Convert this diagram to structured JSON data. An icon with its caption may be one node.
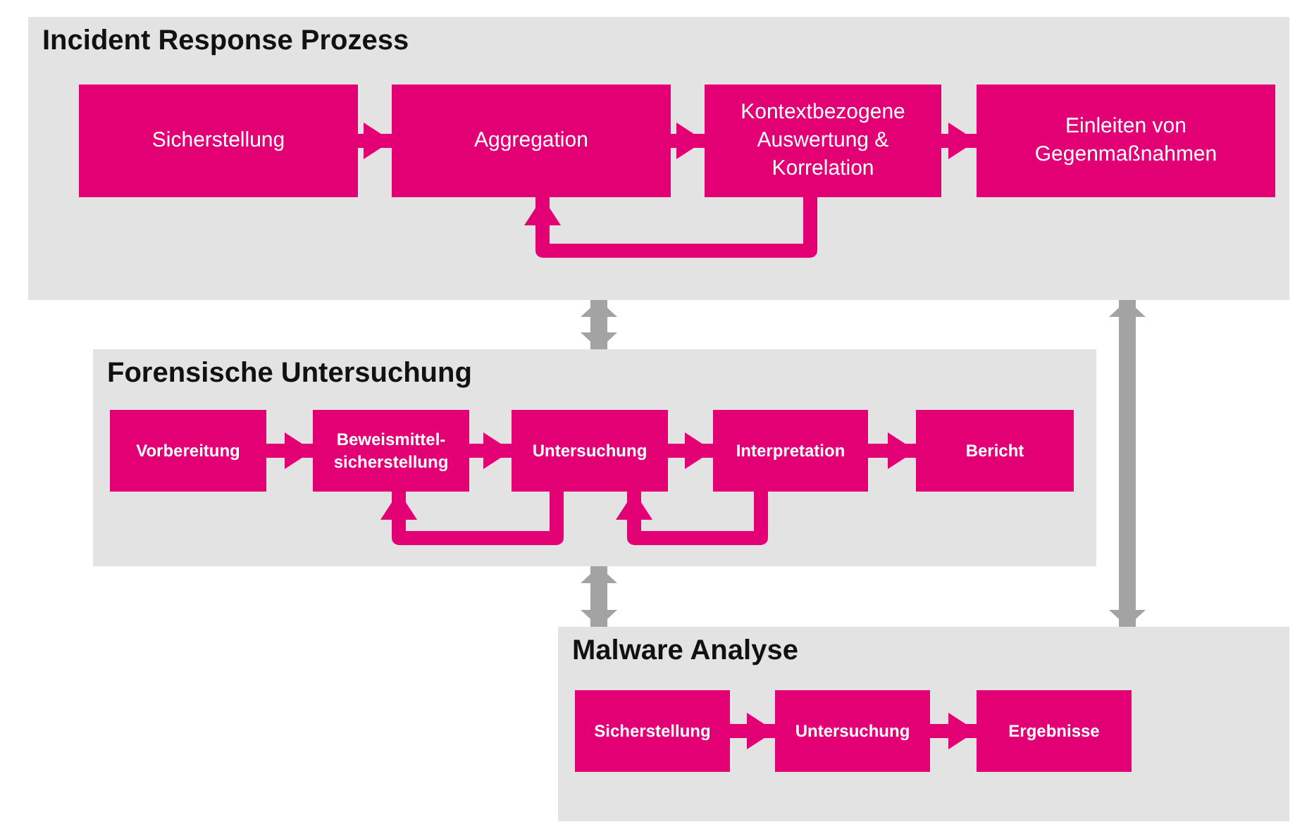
{
  "diagram": {
    "nodes": [
      {
        "text": [
          "Incident Response Prozess"
        ]
      },
      {
        "text": [
          "Sicherstellung"
        ],
        "in": 0
      },
      {
        "text": [
          "Aggregation"
        ],
        "in": 0
      },
      {
        "text": [
          "Kontextbezogene Auswertung & Korrelation"
        ],
        "in": 0
      },
      {
        "text": [
          "Einleiten von Gegenmaßnahmen"
        ],
        "in": 0
      },
      {
        "text": [
          "Forensische Untersuchung"
        ]
      },
      {
        "text": [
          "Vorbereitung"
        ],
        "in": 5
      },
      {
        "text": [
          "Beweismittel- sicherstellung"
        ],
        "in": 5
      },
      {
        "text": [
          "Untersuchung"
        ],
        "in": 5
      },
      {
        "text": [
          "Interpretation"
        ],
        "in": 5
      },
      {
        "text": [
          "Bericht"
        ],
        "in": 5
      },
      {
        "text": [
          "Malware Analyse"
        ]
      },
      {
        "text": [
          "Sicherstellung"
        ],
        "in": 11
      },
      {
        "text": [
          "Untersuchung"
        ],
        "in": 11
      },
      {
        "text": [
          "Ergebnisse"
        ],
        "in": 11
      }
    ],
    "edges": [
      {
        "from": 1,
        "to": 2,
        "arrow": "to"
      },
      {
        "from": 2,
        "to": 3,
        "arrow": "to"
      },
      {
        "from": 3,
        "to": 4,
        "arrow": "to"
      },
      {
        "from": 3,
        "to": 2,
        "arrow": "to"
      },
      {
        "from": 6,
        "to": 7,
        "arrow": "to"
      },
      {
        "from": 7,
        "to": 8,
        "arrow": "to"
      },
      {
        "from": 8,
        "to": 9,
        "arrow": "to"
      },
      {
        "from": 9,
        "to": 10,
        "arrow": "to"
      },
      {
        "from": 8,
        "to": 7,
        "arrow": "to"
      },
      {
        "from": 9,
        "to": 8,
        "arrow": "to"
      },
      {
        "from": 12,
        "to": 13,
        "arrow": "to"
      },
      {
        "from": 13,
        "to": 14,
        "arrow": "to"
      },
      {
        "from": 0,
        "to": 5,
        "arrow": "both",
        "color": "#a3a3a3"
      },
      {
        "from": 5,
        "to": 11,
        "arrow": "both",
        "color": "#a3a3a3"
      },
      {
        "from": 0,
        "to": 11,
        "arrow": "both",
        "color": "#a3a3a3"
      }
    ]
  }
}
